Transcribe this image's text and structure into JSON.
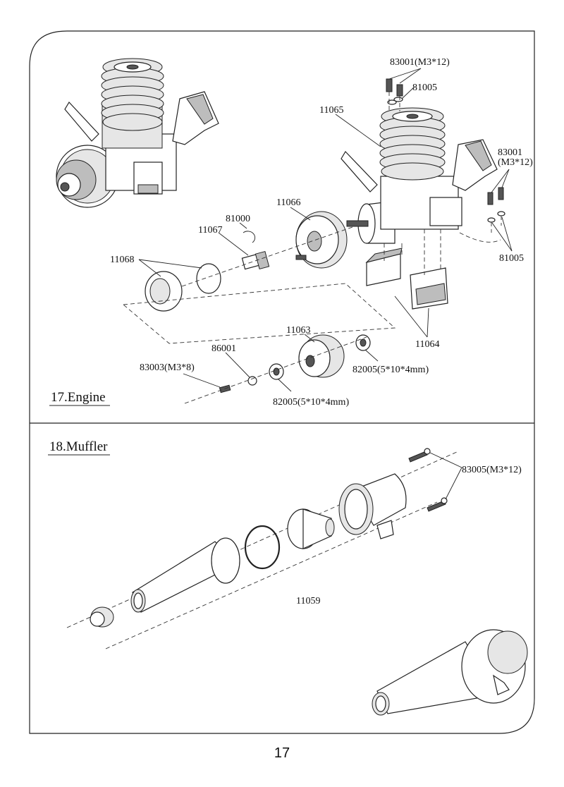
{
  "sections": {
    "engine": {
      "title": "17.Engine",
      "labels": {
        "p83001_top": "83001(M3*12)",
        "p81005_top": "81005",
        "p11065": "11065",
        "p83001_right_a": "83001",
        "p83001_right_b": "(M3*12)",
        "p81005_right": "81005",
        "p11066": "11066",
        "p81000": "81000",
        "p11067": "11067",
        "p11068": "11068",
        "p11063": "11063",
        "p11064": "11064",
        "p86001": "86001",
        "p83003": "83003(M3*8)",
        "p82005_right": "82005(5*10*4mm)",
        "p82005_bottom": "82005(5*10*4mm)"
      }
    },
    "muffler": {
      "title": "18.Muffler",
      "labels": {
        "p83005": "83005(M3*12)",
        "p11059": "11059"
      }
    }
  },
  "page_number": "17"
}
